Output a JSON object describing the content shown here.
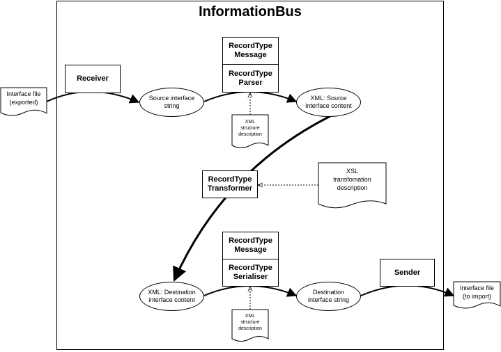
{
  "diagram": {
    "title": "InformationBus",
    "components": {
      "receiver": "Receiver",
      "parser_message": "RecordType\nMessage",
      "parser": "RecordType\nParser",
      "transformer": "RecordType\nTransformer",
      "serialiser_message": "RecordType\nMessage",
      "serialiser": "RecordType\nSerialiser",
      "sender": "Sender"
    },
    "data_items": {
      "source_string": "Source interface\nstring",
      "xml_source": "XML: Source\ninterface content",
      "xml_destination": "XML: Destination\ninterface content",
      "destination_string": "Destination\ninterface string"
    },
    "documents": {
      "interface_exported": "Interface file\n(exported)",
      "xml_structure_top": "XML\nstructure\ndescription",
      "xsl_description": "XSL\ntransfomation\ndescription",
      "xml_structure_bottom": "XML\nstructure\ndescription",
      "interface_import": "Interface file\n(to import)"
    }
  }
}
